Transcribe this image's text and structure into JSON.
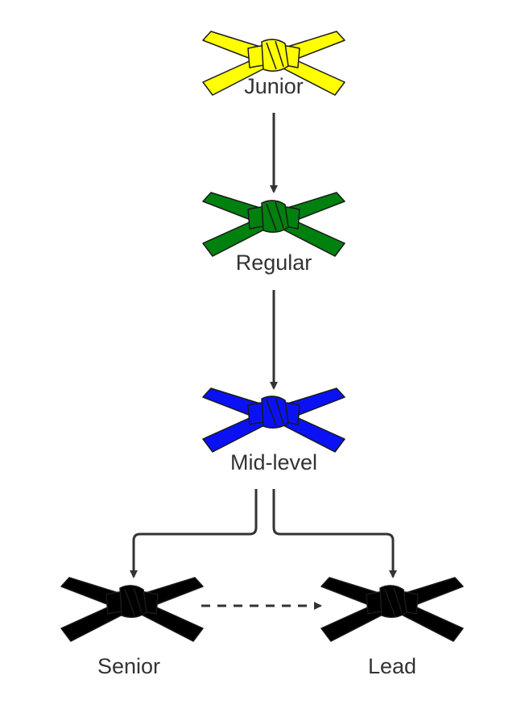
{
  "levels": [
    {
      "label": "Junior",
      "belt_color": "#FFFF00",
      "icon": "yellow-belt-icon"
    },
    {
      "label": "Regular",
      "belt_color": "#00800F",
      "icon": "green-belt-icon"
    },
    {
      "label": "Mid-level",
      "belt_color": "#0A12F5",
      "icon": "blue-belt-icon"
    },
    {
      "label": "Senior",
      "belt_color": "#000000",
      "icon": "black-belt-icon"
    },
    {
      "label": "Lead",
      "belt_color": "#000000",
      "icon": "black-belt-icon"
    }
  ],
  "colors": {
    "connector": "#333333",
    "outline": "#1a1a1a"
  }
}
